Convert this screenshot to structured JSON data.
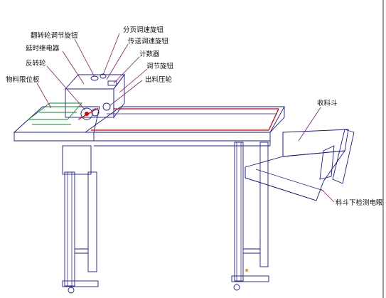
{
  "labels": {
    "flip_wheel_knob": "翻转轮调节旋钮",
    "page_speed_knob": "分页调速旋钮",
    "delay_relay": "延时继电器",
    "conveyor_speed_knob": "传送调速旋钮",
    "counter": "计数器",
    "reverse_wheel": "反转轮",
    "adjust_knob": "调节旋钮",
    "material_limit_plate": "物料限位板",
    "output_press_wheel": "出料压轮",
    "collecting_hopper": "收料斗",
    "hopper_sensor": "料斗下检测电眼"
  },
  "colors": {
    "line": "#1a1a8c",
    "belt": "#d40000",
    "guide": "#0a8a2a",
    "leader": "#8a1a6a"
  }
}
